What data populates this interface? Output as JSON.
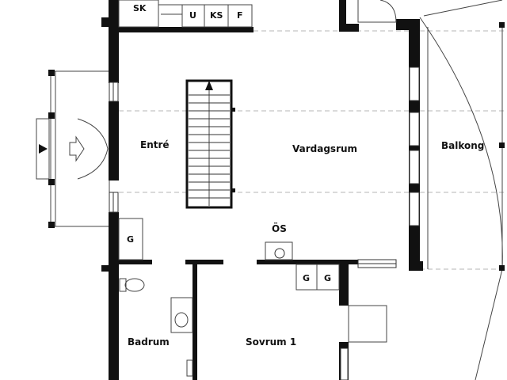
{
  "rooms": {
    "entre": "Entré",
    "vardagsrum": "Vardagsrum",
    "balkong": "Balkong",
    "badrum": "Badrum",
    "sovrum": "Sovrum 1",
    "os": "ÖS"
  },
  "storage": {
    "sk": "SK",
    "u": "U",
    "ks": "KS",
    "f": "F",
    "g_entry": "G",
    "g_bed_1": "G",
    "g_bed_2": "G"
  }
}
